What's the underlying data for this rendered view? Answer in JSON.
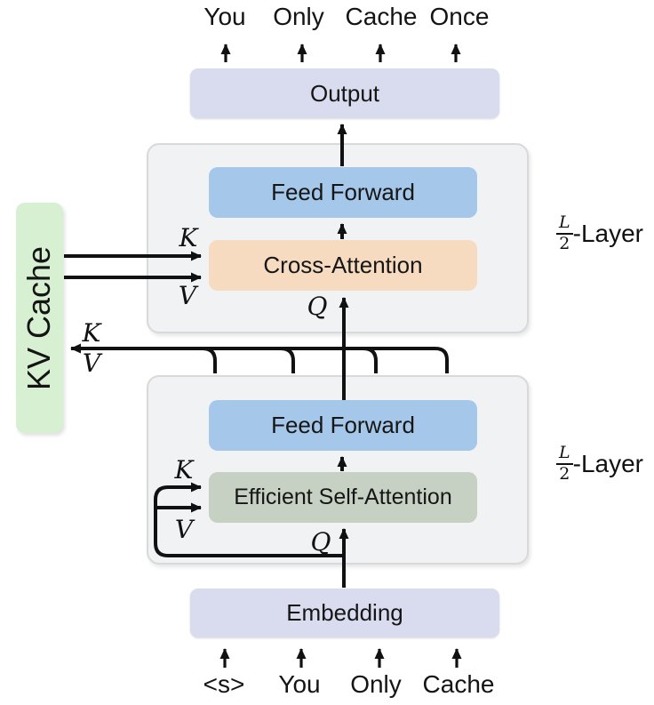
{
  "top_tokens": [
    "You",
    "Only",
    "Cache",
    "Once"
  ],
  "bottom_tokens": [
    "<s>",
    "You",
    "Only",
    "Cache"
  ],
  "output": {
    "label": "Output"
  },
  "embedding": {
    "label": "Embedding"
  },
  "kv_cache": {
    "label": "KV Cache",
    "write_k_label": "K",
    "write_v_label": "V"
  },
  "upper_block": {
    "feed_forward_label": "Feed Forward",
    "cross_attention_label": "Cross-Attention",
    "k_label": "K",
    "v_label": "V",
    "q_label": "Q",
    "layer_numerator": "L",
    "layer_denominator": "2",
    "layer_suffix": "-Layer"
  },
  "lower_block": {
    "feed_forward_label": "Feed Forward",
    "self_attention_label": "Efficient Self-Attention",
    "k_label": "K",
    "v_label": "V",
    "q_label": "Q",
    "layer_numerator": "L",
    "layer_denominator": "2",
    "layer_suffix": "-Layer"
  },
  "colors": {
    "pill_lavender": "#d9dbee",
    "feed_forward_blue": "#a5c7e9",
    "cross_attention_peach": "#f6dbc0",
    "self_attention_sage": "#c6d0c3",
    "kv_cache_green": "#d8f0d2",
    "block_gray": "#f1f2f3",
    "line_black": "#111111"
  }
}
